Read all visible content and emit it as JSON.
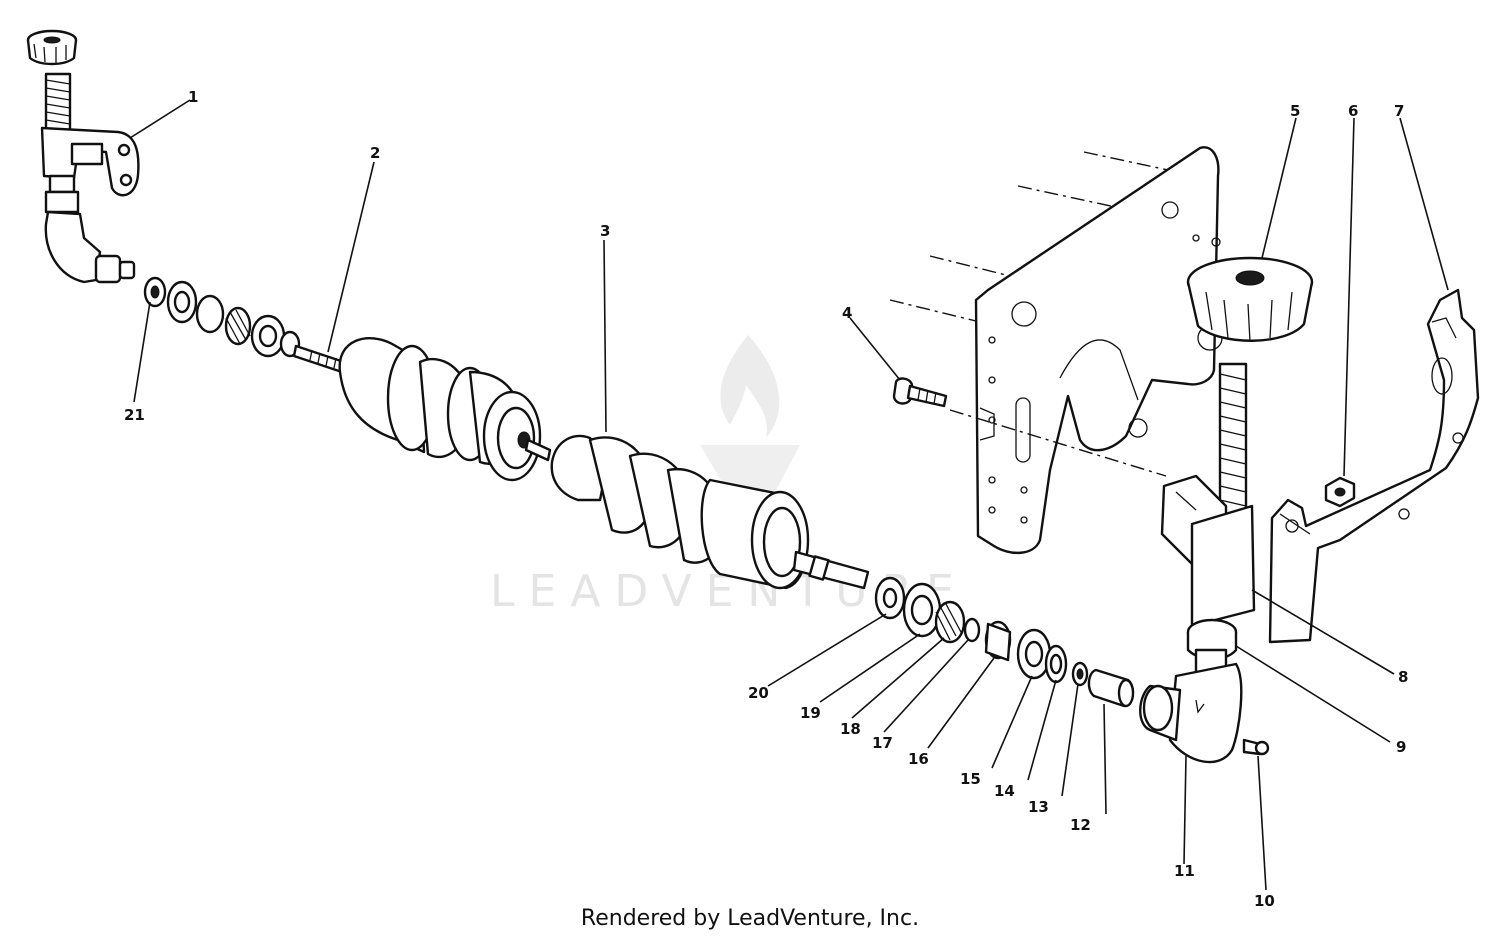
{
  "watermark": {
    "text": "LEADVENTURE",
    "color": "#e4e4e4"
  },
  "credit": "Rendered by LeadVenture, Inc.",
  "callouts": [
    {
      "id": "1",
      "label": "1"
    },
    {
      "id": "2",
      "label": "2"
    },
    {
      "id": "3",
      "label": "3"
    },
    {
      "id": "4",
      "label": "4"
    },
    {
      "id": "5",
      "label": "5"
    },
    {
      "id": "6",
      "label": "6"
    },
    {
      "id": "7",
      "label": "7"
    },
    {
      "id": "8",
      "label": "8"
    },
    {
      "id": "9",
      "label": "9"
    },
    {
      "id": "10",
      "label": "10"
    },
    {
      "id": "11",
      "label": "11"
    },
    {
      "id": "12",
      "label": "12"
    },
    {
      "id": "13",
      "label": "13"
    },
    {
      "id": "14",
      "label": "14"
    },
    {
      "id": "15",
      "label": "15"
    },
    {
      "id": "16",
      "label": "16"
    },
    {
      "id": "17",
      "label": "17"
    },
    {
      "id": "18",
      "label": "18"
    },
    {
      "id": "19",
      "label": "19"
    },
    {
      "id": "20",
      "label": "20"
    },
    {
      "id": "21",
      "label": "21"
    }
  ]
}
